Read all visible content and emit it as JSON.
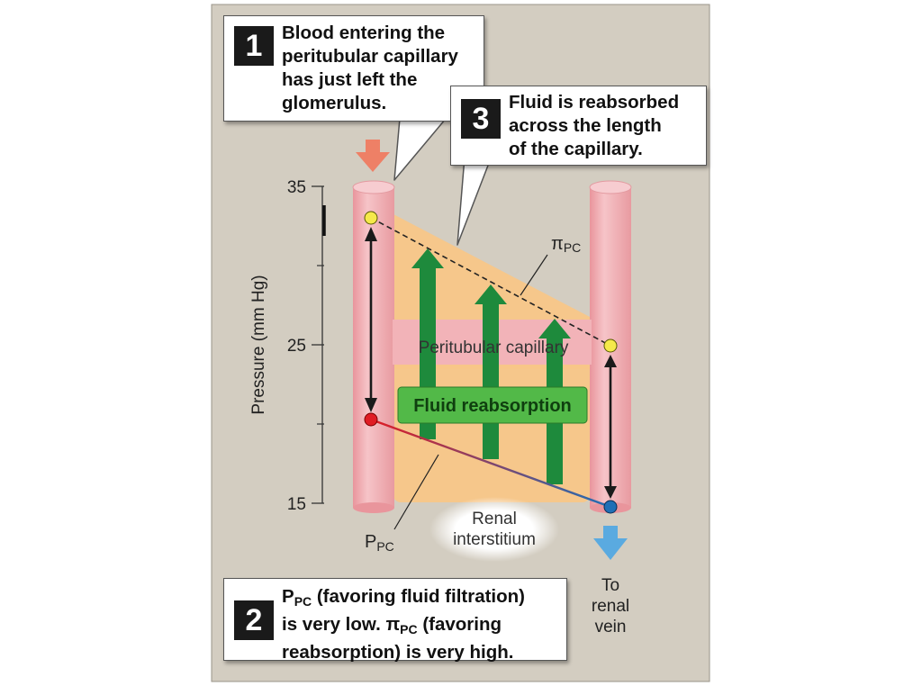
{
  "colors": {
    "panel": "#d3cdc1",
    "capillary": "#f2b3b8",
    "interstitium": "#f8c688",
    "reabsorption_arrow": "#1e8a3c",
    "label_box": "#52b948",
    "oncotic_point": "#f5e94a",
    "hydrostatic_start": "#e01c24",
    "hydrostatic_end": "#1f6fb6"
  },
  "axis": {
    "label": "Pressure (mm Hg)",
    "ticks": [
      "35",
      "25",
      "15"
    ]
  },
  "callout_1": {
    "number": "1",
    "lines": [
      "Blood entering the",
      "peritubular capillary",
      "has just left the",
      "glomerulus."
    ]
  },
  "callout_3": {
    "number": "3",
    "lines": [
      "Fluid is reabsorbed",
      "across the length",
      "of the capillary."
    ]
  },
  "callout_2": {
    "number": "2",
    "line1_symbol": "P",
    "line1_subscript": "PC",
    "line1_rest": " (favoring fluid filtration)",
    "line2_pre": "is very low. π",
    "line2_subscript": "PC",
    "line2_rest": " (favoring",
    "line3": "reabsorption) is very high."
  },
  "labels": {
    "pi_pc_symbol": "π",
    "pi_pc_subscript": "PC",
    "peritubular_capillary": "Peritubular capillary",
    "fluid_reabsorption": "Fluid reabsorption",
    "p_pc_symbol": "P",
    "p_pc_subscript": "PC",
    "renal_interstitium_line1": "Renal",
    "renal_interstitium_line2": "interstitium",
    "to_renal_vein": [
      "To",
      "renal",
      "vein"
    ]
  }
}
